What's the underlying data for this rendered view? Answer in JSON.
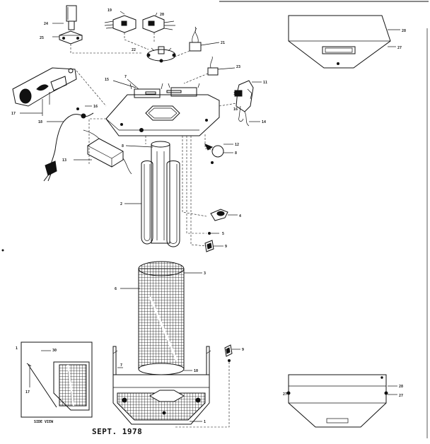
{
  "document": {
    "date_stamp": "SEPT. 1978"
  },
  "callouts": {
    "part_24": "24",
    "part_25": "25",
    "part_19": "19",
    "part_20": "20",
    "part_22": "22",
    "part_21": "21",
    "part_23": "23",
    "part_15": "15",
    "part_7_top": "7",
    "part_11": "11",
    "part_10": "10",
    "part_16": "16",
    "part_14": "14",
    "part_17": "17",
    "part_18": "18",
    "part_12": "12",
    "part_13": "13",
    "part_8": "8",
    "part_2": "2",
    "part_4": "4",
    "part_5": "5",
    "part_9": "9",
    "part_3": "3",
    "part_6": "6",
    "part_1": "1",
    "part_28": "28",
    "part_27": "27"
  },
  "inset": {
    "number": "1",
    "label": "30",
    "caption": "SIDE VIEW"
  }
}
